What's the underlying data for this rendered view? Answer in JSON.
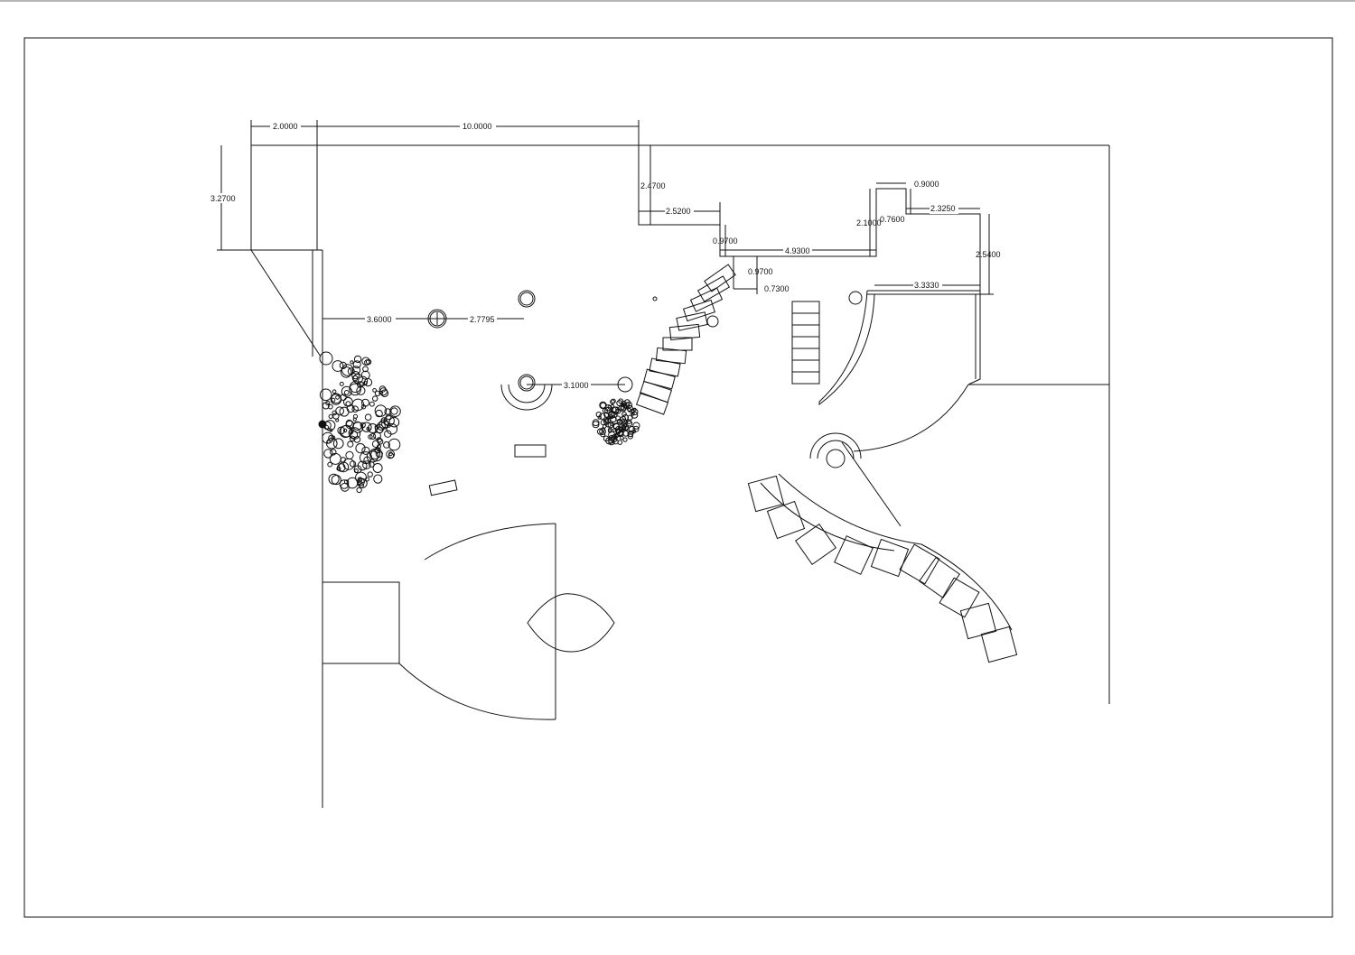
{
  "drawing": {
    "dimensions": {
      "top_left_width": "2.0000",
      "top_span": "10.0000",
      "left_height": "3.2700",
      "notch_depth": "2.4700",
      "notch_width": "2.5200",
      "step_down": "0.9700",
      "mid_span": "4.9300",
      "rise": "2.1000",
      "jog_width": "0.9000",
      "jog_depth": "0.7600",
      "right_span": "2.3250",
      "right_height": "2.5400",
      "stair_offset_v": "0.9700",
      "stair_offset_h": "0.7300",
      "door_span": "3.3330",
      "wall_to_column": "3.6000",
      "column_to_light": "2.7795",
      "seat_to_post": "3.1000"
    },
    "colors": {
      "line": "#111111",
      "frame": "#222222",
      "background": "#ffffff"
    }
  }
}
